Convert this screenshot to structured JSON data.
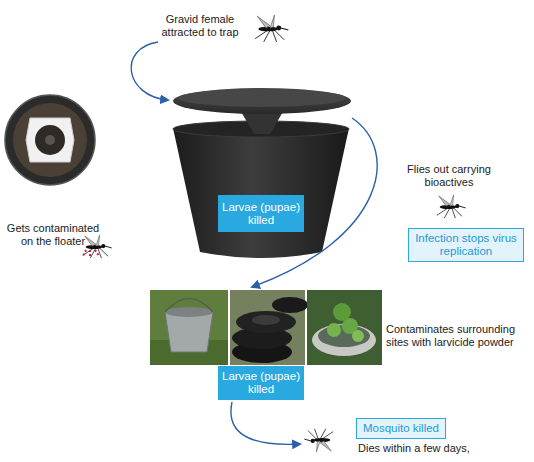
{
  "diagram": {
    "nodes": [
      {
        "text": [
          "Larvae (pupae) killed"
        ]
      },
      {
        "text": [
          "Infection stops virus replication"
        ]
      },
      {
        "text": [
          "Larvae (pupae) killed"
        ]
      },
      {
        "text": [
          "Mosquito killed"
        ]
      }
    ],
    "labels": [
      "Gravid female attracted to trap",
      "Gets contaminated on the floater",
      "Flies out carrying bioactives",
      "Contaminates surrounding sites with larvicide powder",
      "Dies within a few days,"
    ]
  }
}
